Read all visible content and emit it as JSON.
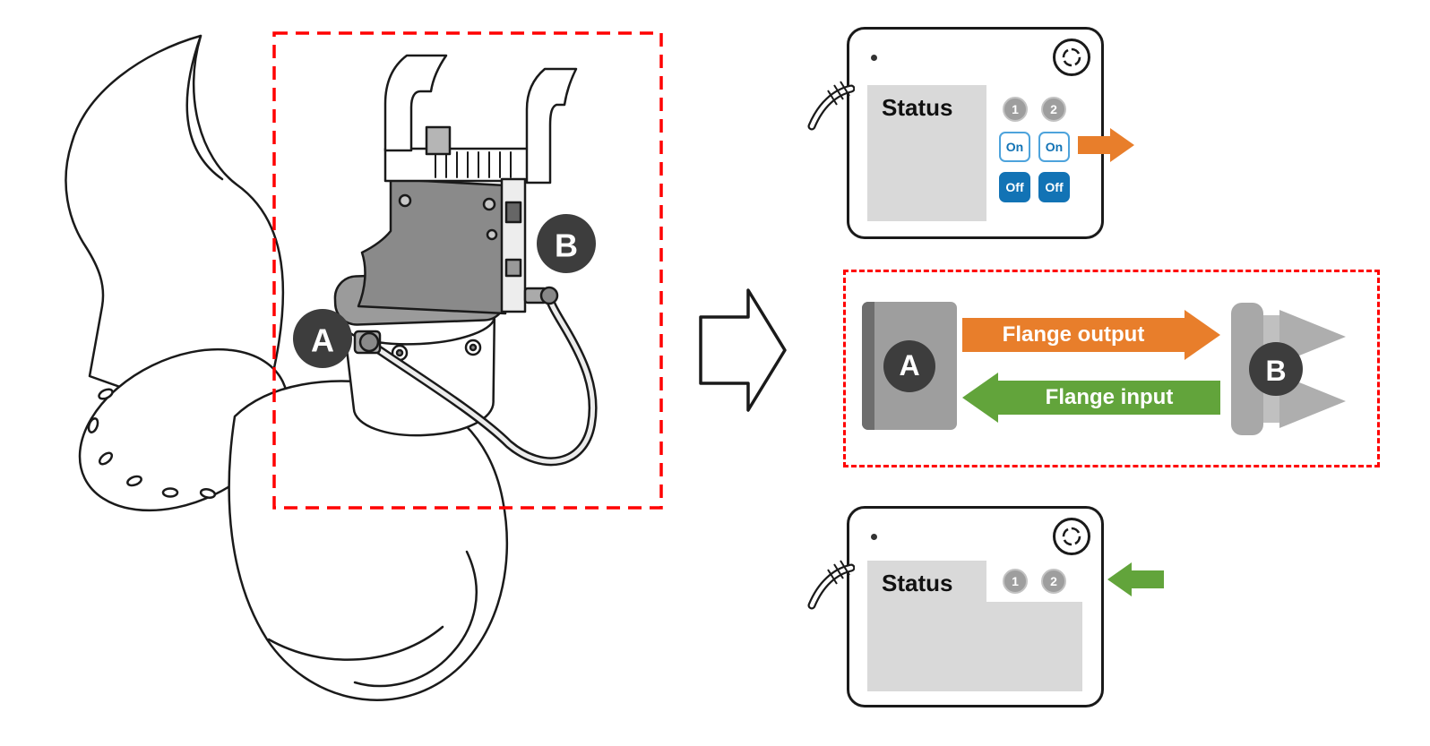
{
  "diagram": {
    "robot": {
      "label_a": "A",
      "label_b": "B"
    },
    "pendant_top": {
      "status_label": "Status",
      "channels": [
        "1",
        "2"
      ],
      "on_label": "On",
      "off_label": "Off"
    },
    "flow": {
      "module_a_label": "A",
      "module_b_label": "B",
      "output_label": "Flange output",
      "input_label": "Flange input"
    },
    "pendant_bottom": {
      "status_label": "Status",
      "channels": [
        "1",
        "2"
      ]
    },
    "colors": {
      "orange": "#E87E2B",
      "green": "#62A43B",
      "blue": "#1273B5",
      "blue_light": "#4DA3DC",
      "dark": "#3D3D3D",
      "red": "#FF0000",
      "screen_gray": "#D9D9D9",
      "module_gray": "#9E9E9E"
    }
  }
}
